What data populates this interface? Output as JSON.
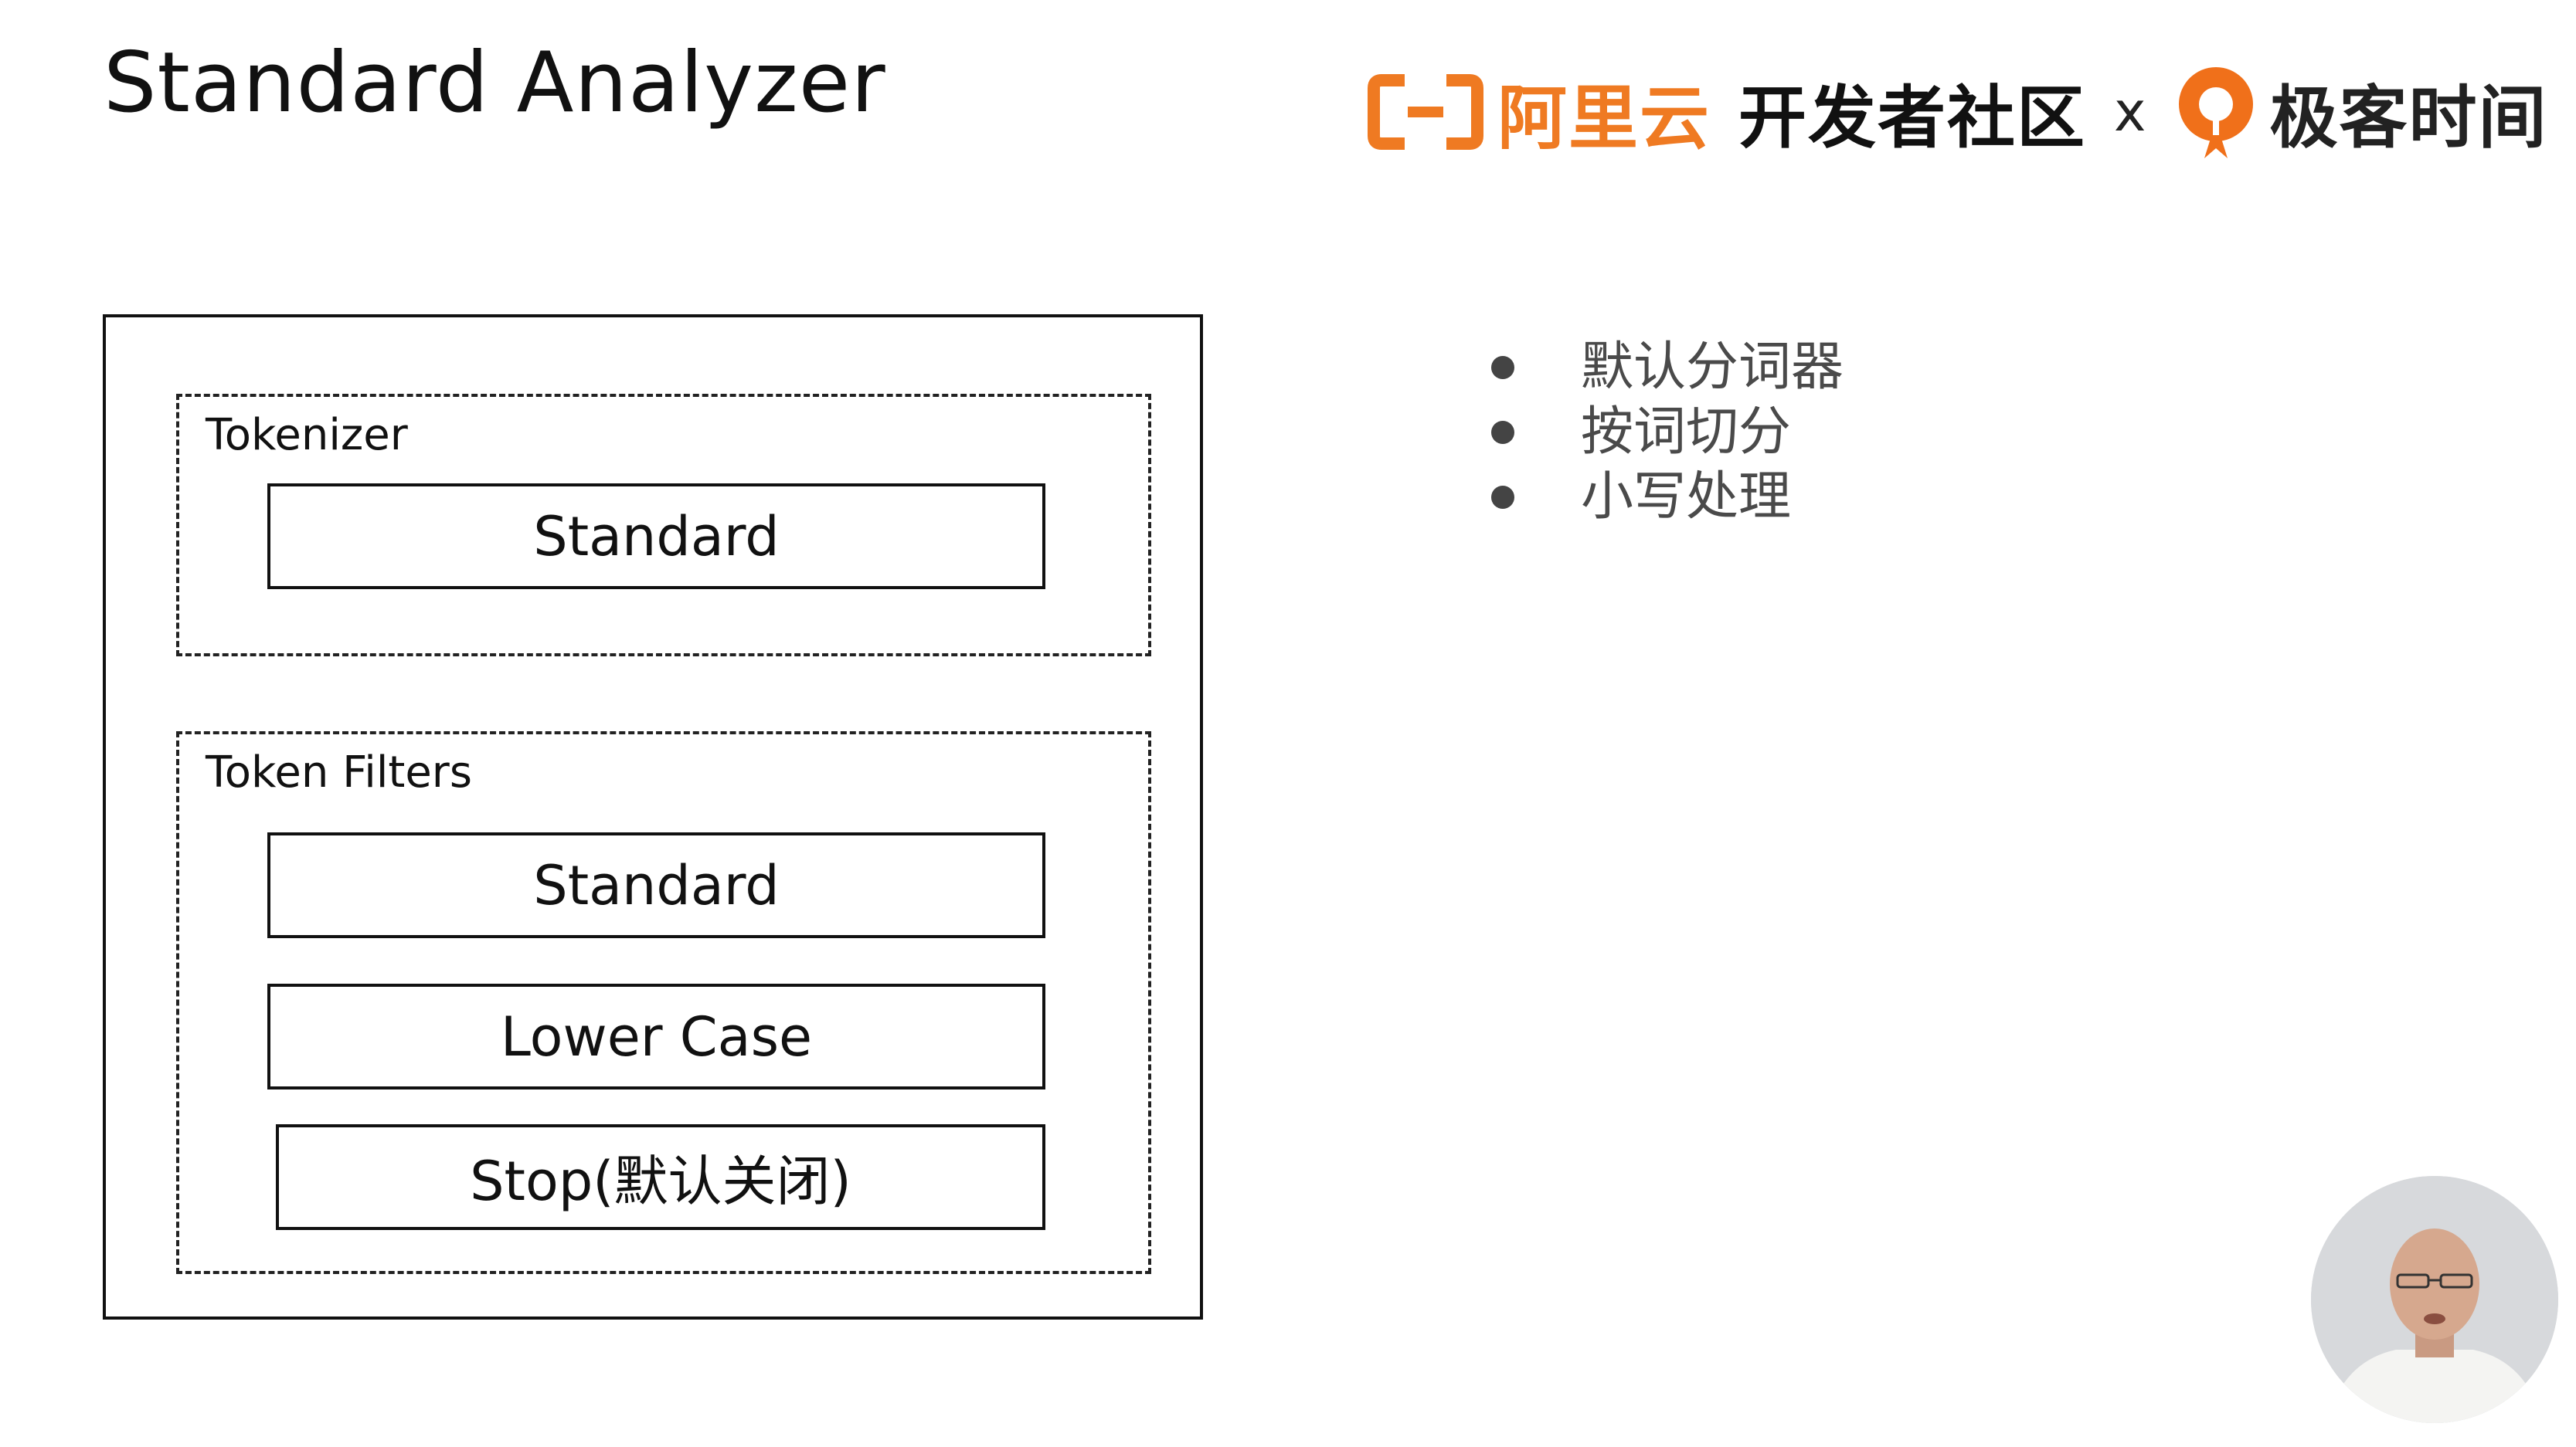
{
  "slide": {
    "title": "Standard Analyzer"
  },
  "logos": {
    "aliyun_text": "阿里云",
    "developer_community_text": "开发者社区",
    "separator": "x",
    "geektime_text": "极客时间",
    "aliyun_color": "#ef7a22",
    "geektime_color": "#f0701a"
  },
  "diagram": {
    "tokenizer": {
      "label": "Tokenizer",
      "items": [
        "Standard"
      ]
    },
    "token_filters": {
      "label": "Token Filters",
      "items": [
        "Standard",
        "Lower Case",
        "Stop(默认关闭)"
      ]
    }
  },
  "bullets": [
    "默认分词器",
    "按词切分",
    "小写处理"
  ],
  "presenter": {
    "icon": "presenter-video"
  }
}
